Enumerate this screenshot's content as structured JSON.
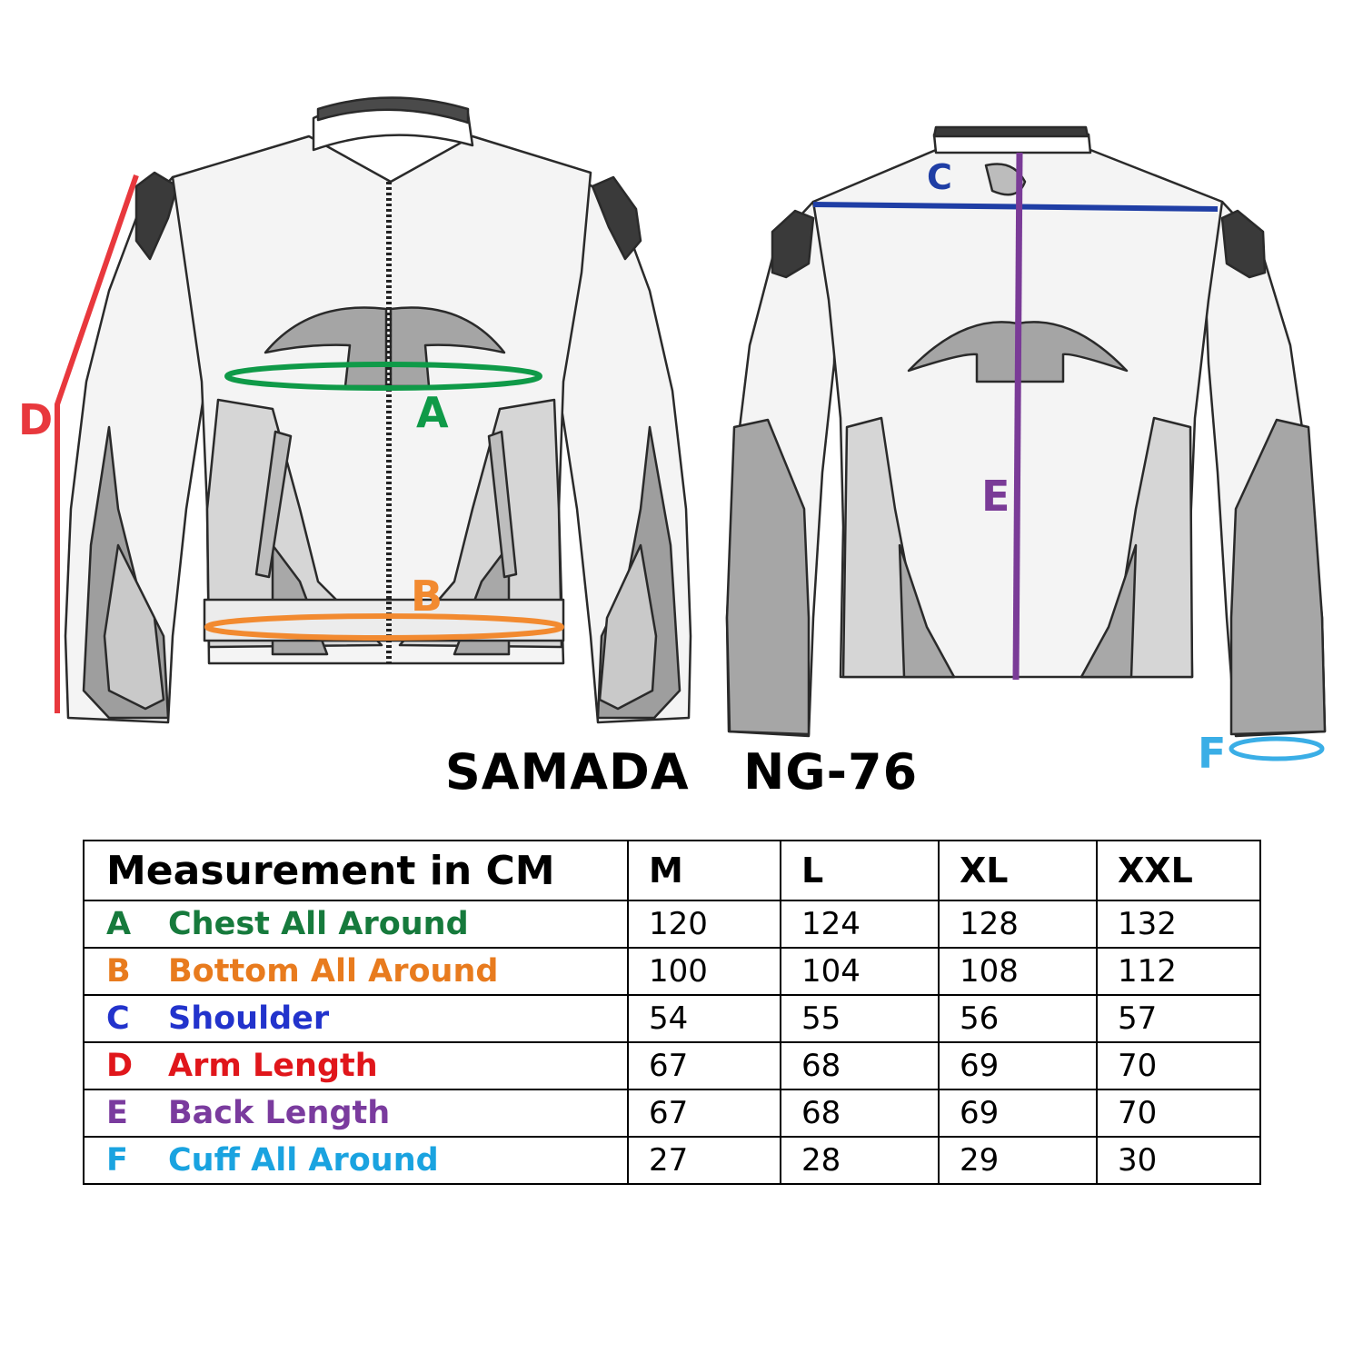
{
  "title": "SAMADA   NG-76",
  "markers": [
    {
      "letter": "A",
      "color": "#0f9a48"
    },
    {
      "letter": "B",
      "color": "#f28a30"
    },
    {
      "letter": "C",
      "color": "#1f3ea5"
    },
    {
      "letter": "D",
      "color": "#e8383d"
    },
    {
      "letter": "E",
      "color": "#7a3b97"
    },
    {
      "letter": "F",
      "color": "#3aaee6"
    }
  ],
  "table": {
    "header_label": "Measurement in CM",
    "sizes": [
      "M",
      "L",
      "XL",
      "XXL"
    ],
    "rows": [
      {
        "letter": "A",
        "name": "Chest All Around",
        "color": "#167a3c",
        "values": [
          "120",
          "124",
          "128",
          "132"
        ]
      },
      {
        "letter": "B",
        "name": "Bottom All Around",
        "color": "#e87b1e",
        "values": [
          "100",
          "104",
          "108",
          "112"
        ]
      },
      {
        "letter": "C",
        "name": "Shoulder",
        "color": "#2233cc",
        "values": [
          "54",
          "55",
          "56",
          "57"
        ]
      },
      {
        "letter": "D",
        "name": "Arm Length",
        "color": "#e0161b",
        "values": [
          "67",
          "68",
          "69",
          "70"
        ]
      },
      {
        "letter": "E",
        "name": "Back Length",
        "color": "#7a3b9e",
        "values": [
          "67",
          "68",
          "69",
          "70"
        ]
      },
      {
        "letter": "F",
        "name": "Cuff All Around",
        "color": "#1aa3e0",
        "values": [
          "27",
          "28",
          "29",
          "30"
        ]
      }
    ]
  }
}
